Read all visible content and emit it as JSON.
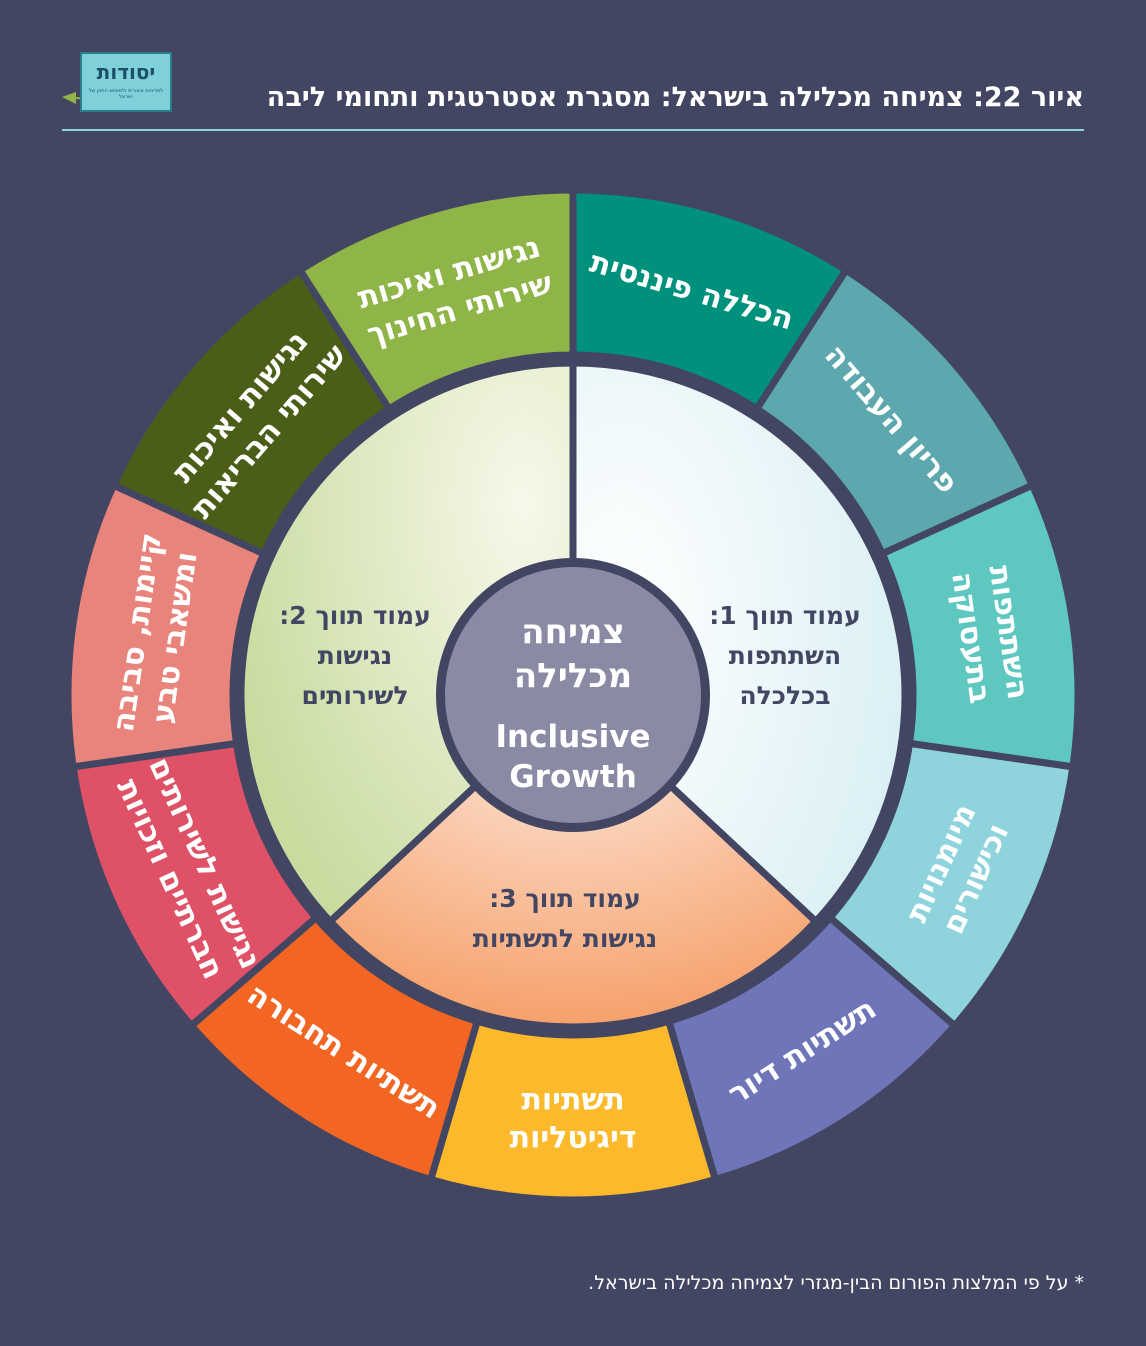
{
  "logo": {
    "name": "יסודות",
    "tagline": "למדיניות ציבורית ולמימוש החזון של ישראל"
  },
  "title": "איור 22: צמיחה מכלילה בישראל: מסגרת אסטרטגית ותחומי ליבה",
  "center": {
    "hebrew_lines": [
      "צמיחה",
      "מכלילה"
    ],
    "english_lines": [
      "Inclusive",
      "Growth"
    ]
  },
  "pillars": [
    {
      "lines": [
        "עמוד תווך 1:",
        "השתתפות",
        "בכלכלה"
      ],
      "color": "#d9eff4"
    },
    {
      "lines": [
        "עמוד תווך 2:",
        "נגישות",
        "לשירותים"
      ],
      "color": "#c9dca0"
    },
    {
      "lines": [
        "עמוד תווך 3:",
        "נגישות לתשתיות"
      ],
      "color": "#f6a06a"
    }
  ],
  "domains": [
    {
      "lines": [
        "הכללה פיננסית"
      ],
      "color": "#00917c"
    },
    {
      "lines": [
        "פריון העבודה"
      ],
      "color": "#5ca8ae"
    },
    {
      "lines": [
        "השתתפות",
        "בתעסוקה"
      ],
      "color": "#5ec7c0"
    },
    {
      "lines": [
        "מיומנויות",
        "וכישורים"
      ],
      "color": "#8fd4dd"
    },
    {
      "lines": [
        "תשתיות דיור"
      ],
      "color": "#6e76b9"
    },
    {
      "lines": [
        "תשתיות",
        "דיגיטליות"
      ],
      "color": "#fbb92b"
    },
    {
      "lines": [
        "תשתיות תחבורה"
      ],
      "color": "#f26522"
    },
    {
      "lines": [
        "נגישות לשירותים",
        "חברתיים וזכויות"
      ],
      "color": "#de5166"
    },
    {
      "lines": [
        "קיימות, סביבה",
        "ומשאבי טבע"
      ],
      "color": "#e8847b"
    },
    {
      "lines": [
        "נגישות ואיכות",
        "שירותי הבריאות"
      ],
      "color": "#4b5e17"
    },
    {
      "lines": [
        "נגישות ואיכות",
        "שירותי החינוך"
      ],
      "color": "#8fb447"
    }
  ],
  "footnote": "* על פי המלצות הפורום הבין-מגזרי לצמיחה מכלילה בישראל."
}
